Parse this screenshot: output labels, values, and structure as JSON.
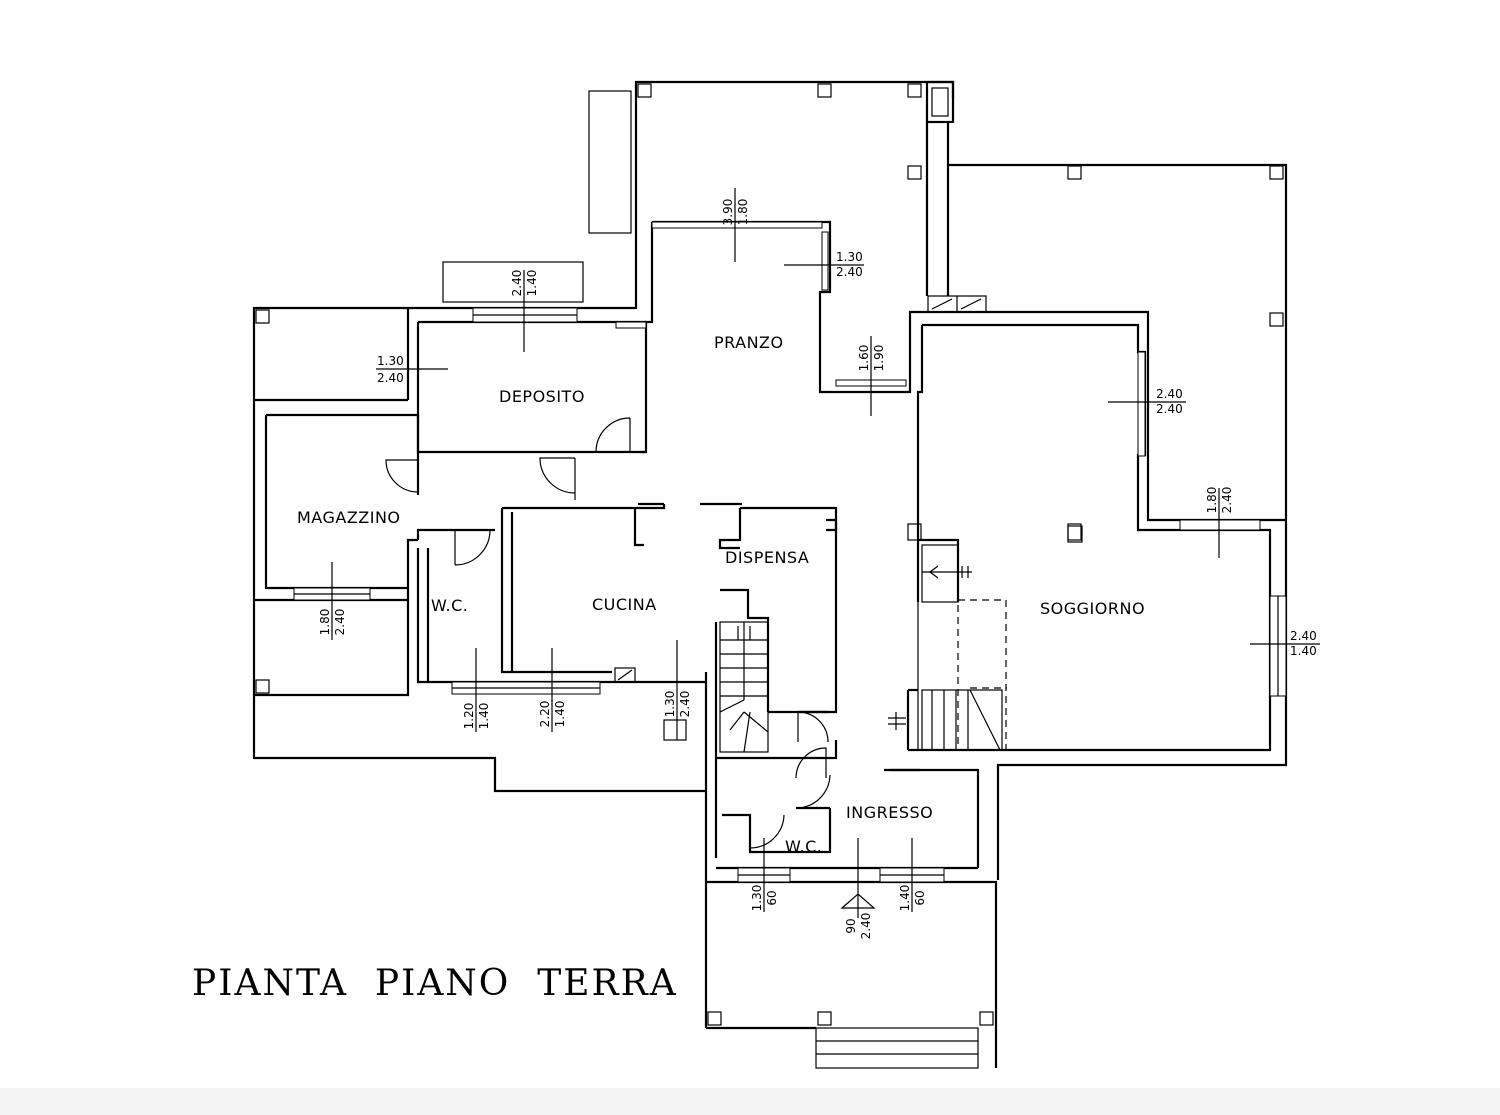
{
  "title": "PIANTA  PIANO  TERRA",
  "rooms": {
    "pranzo": "PRANZO",
    "deposito": "DEPOSITO",
    "magazzino": "MAGAZZINO",
    "wc1": "W.C.",
    "cucina": "CUCINA",
    "dispensa": "DISPENSA",
    "soggiorno": "SOGGIORNO",
    "ingresso": "INGRESSO",
    "wc2": "W.C."
  },
  "dims": {
    "pranzo_top": [
      "3.90",
      "1.80"
    ],
    "pranzo_right": [
      "1.30",
      "2.40"
    ],
    "pranzo_passage": [
      "1.60",
      "1.90"
    ],
    "deposito_top": [
      "2.40",
      "1.40"
    ],
    "deposito_left": [
      "1.30",
      "2.40"
    ],
    "magazzino_bottom": [
      "1.80",
      "2.40"
    ],
    "wc1_bottom": [
      "1.20",
      "1.40"
    ],
    "cucina_bottom": [
      "2.20",
      "1.40"
    ],
    "cucina_door": [
      "1.30",
      "2.40"
    ],
    "soggiorno_top": [
      "2.40",
      "2.40"
    ],
    "soggiorno_corner": [
      "1.80",
      "2.40"
    ],
    "soggiorno_right": [
      "2.40",
      "1.40"
    ],
    "wc2_bottom": [
      "1.30",
      "60"
    ],
    "ingresso_door": [
      "90",
      "2.40"
    ],
    "ingresso_window": [
      "1.40",
      "60"
    ]
  }
}
